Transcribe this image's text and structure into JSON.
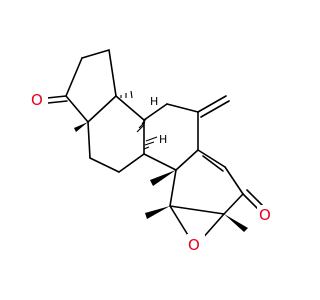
{
  "colors": {
    "bond": "#000000",
    "oxygen": "#e8001a",
    "hydrogen": "#000000",
    "background": "#ffffff"
  },
  "labels": {
    "ketone_o_left": "O",
    "ketone_o_right": "O",
    "epoxide_o": "O",
    "h_top": "H",
    "h_middle": "H"
  }
}
